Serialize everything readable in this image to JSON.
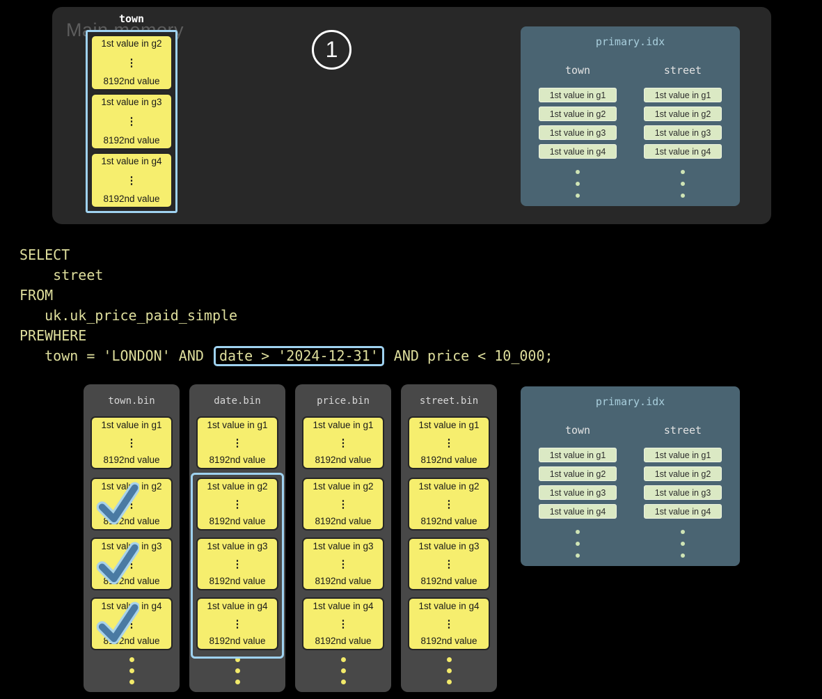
{
  "glyphs": {
    "vdots": "⋮"
  },
  "colors": {
    "background": "#000000",
    "accent_blue": "#9fd2f0",
    "block_yellow": "#f6ee6e",
    "check_blue": "#4a7aa3",
    "index_panel": "#4a6472",
    "chip_green": "#dbe9c4",
    "sql_text": "#dfdf9d",
    "memory_panel": "#282828",
    "bin_panel": "#484848"
  },
  "main_memory": {
    "label": "Main memory",
    "step_number": "1",
    "column": {
      "name": "town",
      "blocks": [
        {
          "first": "1st value in g2",
          "last": "8192nd value"
        },
        {
          "first": "1st value in g3",
          "last": "8192nd value"
        },
        {
          "first": "1st value in g4",
          "last": "8192nd value"
        }
      ]
    }
  },
  "query": {
    "line1": "SELECT",
    "line2": "    street",
    "line3": "FROM",
    "line4": "   uk.uk_price_paid_simple",
    "line5": "PREWHERE",
    "line6_pre": "   town = 'LONDON' AND ",
    "line6_boxed": "date > '2024-12-31'",
    "line6_post": " AND price < 10_000;"
  },
  "primary_index": {
    "title": "primary.idx",
    "town_header": "town",
    "street_header": "street",
    "town_values": [
      "1st value in g1",
      "1st value in g2",
      "1st value in g3",
      "1st value in g4"
    ],
    "street_values": [
      "1st value in g1",
      "1st value in g2",
      "1st value in g3",
      "1st value in g4"
    ]
  },
  "disk": {
    "files": [
      {
        "name": "town.bin",
        "granules": [
          {
            "first": "1st value in g1",
            "last": "8192nd value"
          },
          {
            "first": "1st value in g2",
            "last": "8192nd value"
          },
          {
            "first": "1st value in g3",
            "last": "8192nd value"
          },
          {
            "first": "1st value in g4",
            "last": "8192nd value"
          }
        ]
      },
      {
        "name": "date.bin",
        "granules": [
          {
            "first": "1st value in g1",
            "last": "8192nd value"
          },
          {
            "first": "1st value in g2",
            "last": "8192nd value"
          },
          {
            "first": "1st value in g3",
            "last": "8192nd value"
          },
          {
            "first": "1st value in g4",
            "last": "8192nd value"
          }
        ]
      },
      {
        "name": "price.bin",
        "granules": [
          {
            "first": "1st value in g1",
            "last": "8192nd value"
          },
          {
            "first": "1st value in g2",
            "last": "8192nd value"
          },
          {
            "first": "1st value in g3",
            "last": "8192nd value"
          },
          {
            "first": "1st value in g4",
            "last": "8192nd value"
          }
        ]
      },
      {
        "name": "street.bin",
        "granules": [
          {
            "first": "1st value in g1",
            "last": "8192nd value"
          },
          {
            "first": "1st value in g2",
            "last": "8192nd value"
          },
          {
            "first": "1st value in g3",
            "last": "8192nd value"
          },
          {
            "first": "1st value in g4",
            "last": "8192nd value"
          }
        ]
      }
    ]
  }
}
